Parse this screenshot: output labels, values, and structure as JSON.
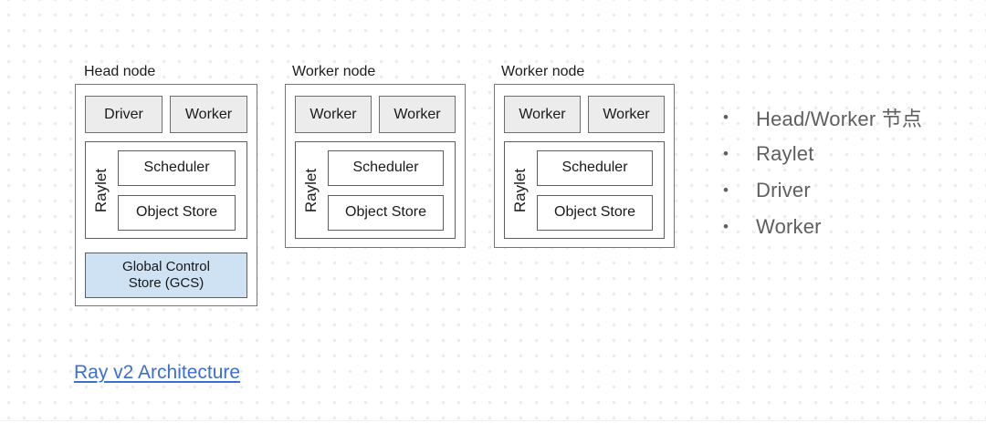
{
  "diagram": {
    "nodes": [
      {
        "title": "Head node",
        "processes": [
          "Driver",
          "Worker"
        ],
        "raylet": {
          "label": "Raylet",
          "components": [
            "Scheduler",
            "Object Store"
          ]
        },
        "gcs": {
          "line1": "Global Control",
          "line2": "Store (GCS)"
        }
      },
      {
        "title": "Worker node",
        "processes": [
          "Worker",
          "Worker"
        ],
        "raylet": {
          "label": "Raylet",
          "components": [
            "Scheduler",
            "Object Store"
          ]
        }
      },
      {
        "title": "Worker node",
        "processes": [
          "Worker",
          "Worker"
        ],
        "raylet": {
          "label": "Raylet",
          "components": [
            "Scheduler",
            "Object Store"
          ]
        }
      }
    ]
  },
  "bullet_list": {
    "marker": "•",
    "items": [
      "Head/Worker 节点",
      "Raylet",
      "Driver",
      "Worker"
    ]
  },
  "footer_link": {
    "label": "Ray v2 Architecture"
  },
  "colors": {
    "process_box_fill": "#ececec",
    "gcs_fill": "#cfe2f3",
    "node_border": "#767676",
    "inner_border": "#5e5e5e",
    "bullet_text": "#5f5f5f",
    "link": "#3c6fd1",
    "dot_grid": "#ececec"
  }
}
